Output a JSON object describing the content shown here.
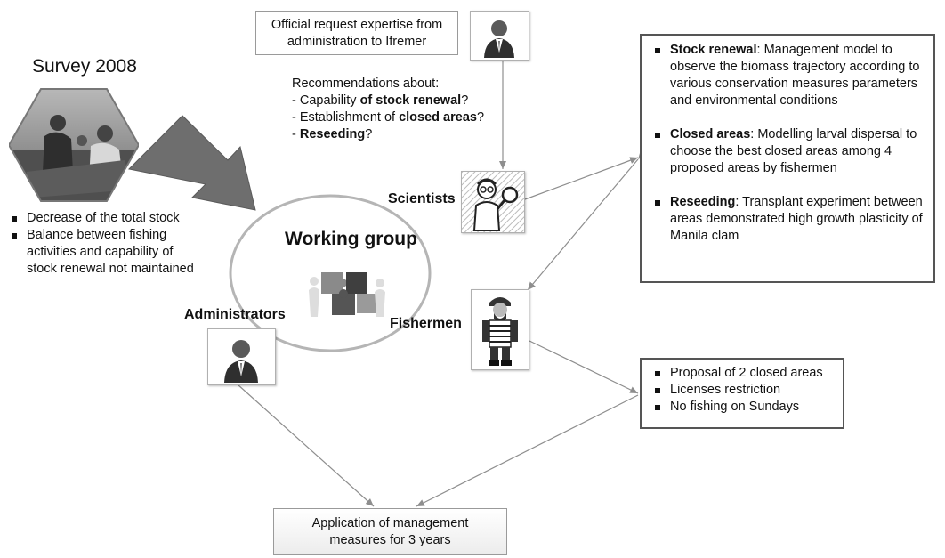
{
  "request_box": {
    "line1": "Official request expertise from",
    "line2": "administration to Ifremer"
  },
  "survey": {
    "title": "Survey 2008",
    "bullets": [
      [
        "Decrease of the total stock"
      ],
      [
        "Balance between fishing",
        "activities and capability of",
        "stock renewal not maintained"
      ]
    ]
  },
  "recommendations": {
    "intro": "Recommendations about:",
    "items": [
      {
        "pre": "- Capability ",
        "bold": "of stock renewal",
        "post": "?"
      },
      {
        "pre": "- Establishment of ",
        "bold": "closed areas",
        "post": "?"
      },
      {
        "pre": "- ",
        "bold": "Reseeding",
        "post": "?"
      }
    ]
  },
  "working_group": {
    "label": "Working group"
  },
  "actors": {
    "scientists": "Scientists",
    "administrators": "Administrators",
    "fishermen": "Fishermen"
  },
  "results_box": {
    "items": [
      {
        "title": "Stock renewal",
        "first": ": Management model to",
        "lines": [
          "observe the biomass trajectory according to",
          "various conservation measures parameters",
          "and environmental conditions"
        ]
      },
      {
        "title": "Closed areas",
        "first": ": Modelling larval dispersal to",
        "lines": [
          "choose the best closed areas among 4",
          "proposed areas by fishermen"
        ]
      },
      {
        "title": "Reseeding",
        "first": ": Transplant experiment between",
        "lines": [
          "areas demonstrated high growth plasticity of",
          "Manila clam"
        ]
      }
    ]
  },
  "measures_box": {
    "items": [
      "Proposal of 2 closed areas",
      "Licenses restriction",
      "No fishing on Sundays"
    ]
  },
  "application_box": {
    "line1": "Application of management",
    "line2": "measures for 3 years"
  },
  "colors": {
    "arrow": "#8e8e8e",
    "big_arrow": "#6e6e6e",
    "box_border": "#9a9a9a",
    "thick_border": "#555555",
    "ellipse": "#b5b5b5"
  }
}
